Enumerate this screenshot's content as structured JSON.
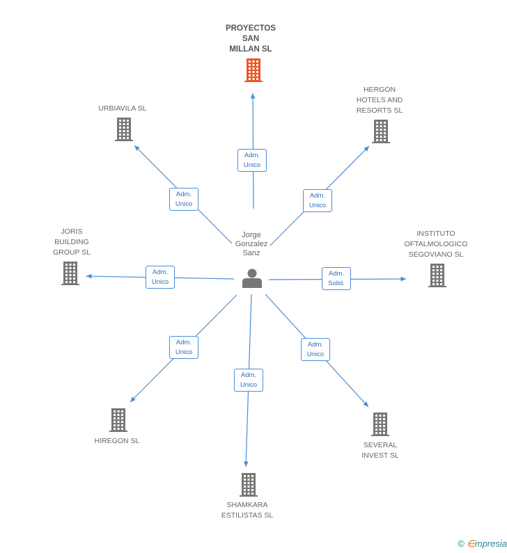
{
  "center": {
    "name": "Jorge\nGonzalez\nSanz",
    "icon": "person-icon"
  },
  "colors": {
    "edge": "#4a8ed6",
    "building": "#777777",
    "highlight": "#ee5522"
  },
  "companies": [
    {
      "id": "proyectos-san-millan",
      "label": "PROYECTOS\nSAN\nMILLAN SL",
      "role": "Adm.\nUnico",
      "highlight": true
    },
    {
      "id": "urbiavila",
      "label": "URBIAVILA  SL",
      "role": "Adm.\nUnico",
      "highlight": false
    },
    {
      "id": "hergon-hotels",
      "label": "HERGON\nHOTELS AND\nRESORTS SL",
      "role": "Adm.\nUnico",
      "highlight": false
    },
    {
      "id": "joris-building",
      "label": "JORIS\nBUILDING\nGROUP SL",
      "role": "Adm.\nUnico",
      "highlight": false
    },
    {
      "id": "instituto-oftalmologico",
      "label": "INSTITUTO\nOFTALMOLOGICO\nSEGOVIANO SL",
      "role": "Adm.\nSolid.",
      "highlight": false
    },
    {
      "id": "hiregon",
      "label": "HIREGON SL",
      "role": "Adm.\nUnico",
      "highlight": false
    },
    {
      "id": "shamkara",
      "label": "SHAMKARA\nESTILISTAS  SL",
      "role": "Adm.\nUnico",
      "highlight": false
    },
    {
      "id": "several-invest",
      "label": "SEVERAL\nINVEST SL",
      "role": "Adm.\nUnico",
      "highlight": false
    }
  ],
  "footer": {
    "copyright": "©",
    "brand_e": "∈",
    "brand_rest": "mpresia"
  }
}
